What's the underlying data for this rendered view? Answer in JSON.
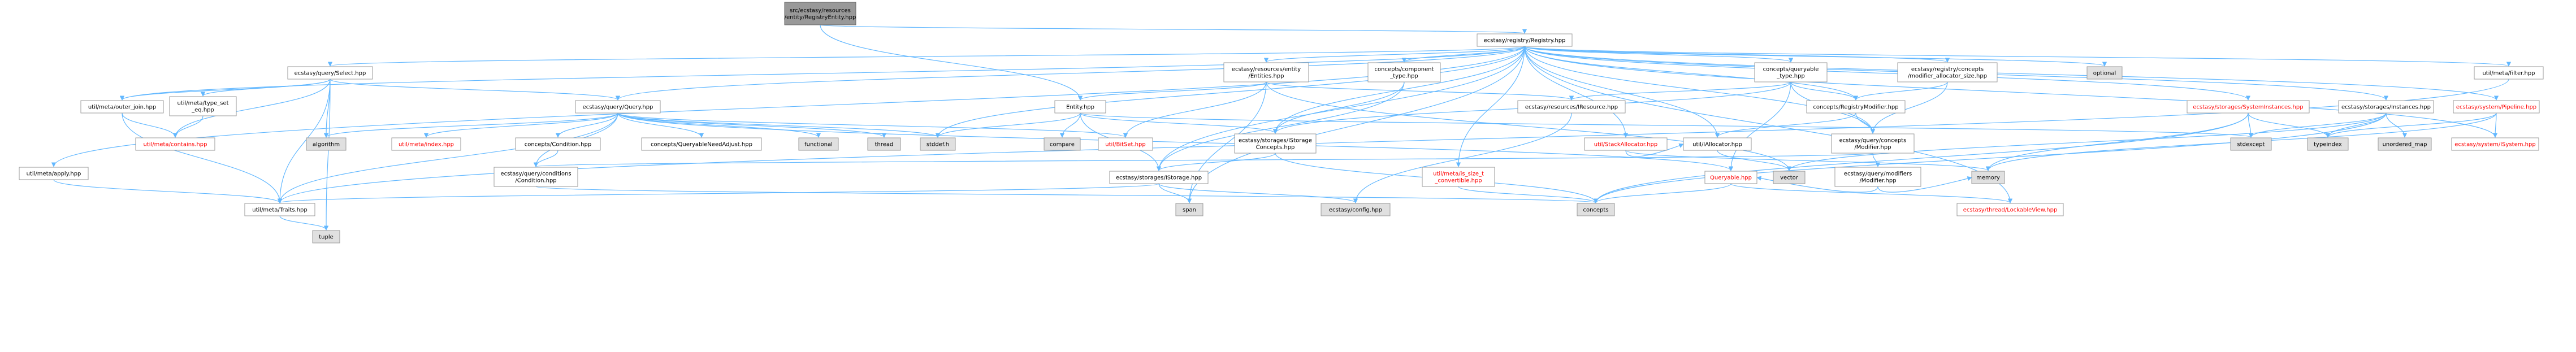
{
  "title": "src/ecstasy/resources/entity/RegistryEntity.hpp",
  "colors": {
    "node_fill": "#ffffff",
    "node_stroke": "#999999",
    "root_fill": "#999999",
    "root_stroke": "#666666",
    "missing_fill": "#e0e0e0",
    "red_text": "#ff0000",
    "edge": "#63b8ff",
    "text": "#000000"
  },
  "nodes": [
    {
      "id": "root",
      "lines": [
        "src/ecstasy/resources",
        "/entity/RegistryEntity.hpp"
      ],
      "kind": "root"
    },
    {
      "id": "registry",
      "lines": [
        "ecstasy/registry/Registry.hpp"
      ],
      "kind": "normal"
    },
    {
      "id": "select",
      "lines": [
        "ecstasy/query/Select.hpp"
      ],
      "kind": "normal"
    },
    {
      "id": "entities",
      "lines": [
        "ecstasy/resources/entity",
        "/Entities.hpp"
      ],
      "kind": "normal"
    },
    {
      "id": "component_type",
      "lines": [
        "concepts/component",
        "_type.hpp"
      ],
      "kind": "normal"
    },
    {
      "id": "queryable_type",
      "lines": [
        "concepts/queryable",
        "_type.hpp"
      ],
      "kind": "normal"
    },
    {
      "id": "modifier_allocator",
      "lines": [
        "ecstasy/registry/concepts",
        "/modifier_allocator_size.hpp"
      ],
      "kind": "normal"
    },
    {
      "id": "optional",
      "lines": [
        "optional"
      ],
      "kind": "missing"
    },
    {
      "id": "system_instances",
      "lines": [
        "ecstasy/storages/SystemInstances.hpp"
      ],
      "kind": "red"
    },
    {
      "id": "instances",
      "lines": [
        "ecstasy/storages/Instances.hpp"
      ],
      "kind": "normal"
    },
    {
      "id": "pipeline",
      "lines": [
        "ecstasy/system/Pipeline.hpp"
      ],
      "kind": "red"
    },
    {
      "id": "filter",
      "lines": [
        "util/meta/filter.hpp"
      ],
      "kind": "normal"
    },
    {
      "id": "outer_join",
      "lines": [
        "util/meta/outer_join.hpp"
      ],
      "kind": "normal"
    },
    {
      "id": "type_set_eq",
      "lines": [
        "util/meta/type_set",
        "_eq.hpp"
      ],
      "kind": "normal"
    },
    {
      "id": "query",
      "lines": [
        "ecstasy/query/Query.hpp"
      ],
      "kind": "normal"
    },
    {
      "id": "entity",
      "lines": [
        "Entity.hpp"
      ],
      "kind": "normal"
    },
    {
      "id": "resource",
      "lines": [
        "ecstasy/resources/IResource.hpp"
      ],
      "kind": "normal"
    },
    {
      "id": "registry_modifier",
      "lines": [
        "concepts/RegistryModifier.hpp"
      ],
      "kind": "normal"
    },
    {
      "id": "stdexcept",
      "lines": [
        "stdexcept"
      ],
      "kind": "missing"
    },
    {
      "id": "typeindex",
      "lines": [
        "typeindex"
      ],
      "kind": "missing"
    },
    {
      "id": "unordered_map",
      "lines": [
        "unordered_map"
      ],
      "kind": "missing"
    },
    {
      "id": "isystem",
      "lines": [
        "ecstasy/system/ISystem.hpp"
      ],
      "kind": "red"
    },
    {
      "id": "contains",
      "lines": [
        "util/meta/contains.hpp"
      ],
      "kind": "red"
    },
    {
      "id": "algorithm",
      "lines": [
        "algorithm"
      ],
      "kind": "missing"
    },
    {
      "id": "index",
      "lines": [
        "util/meta/index.hpp"
      ],
      "kind": "red"
    },
    {
      "id": "condition_concept",
      "lines": [
        "concepts/Condition.hpp"
      ],
      "kind": "normal"
    },
    {
      "id": "queryable_need_adjust",
      "lines": [
        "concepts/QueryableNeedAdjust.hpp"
      ],
      "kind": "normal"
    },
    {
      "id": "functional",
      "lines": [
        "functional"
      ],
      "kind": "missing"
    },
    {
      "id": "thread",
      "lines": [
        "thread"
      ],
      "kind": "missing"
    },
    {
      "id": "stddef",
      "lines": [
        "stddef.h"
      ],
      "kind": "missing"
    },
    {
      "id": "compare",
      "lines": [
        "compare"
      ],
      "kind": "missing"
    },
    {
      "id": "bitset",
      "lines": [
        "util/BitSet.hpp"
      ],
      "kind": "red"
    },
    {
      "id": "storage_concepts",
      "lines": [
        "ecstasy/storages/IStorage",
        "Concepts.hpp"
      ],
      "kind": "normal"
    },
    {
      "id": "stack_allocator",
      "lines": [
        "util/StackAllocator.hpp"
      ],
      "kind": "red"
    },
    {
      "id": "iallocator",
      "lines": [
        "util/IAllocator.hpp"
      ],
      "kind": "normal"
    },
    {
      "id": "query_modifier",
      "lines": [
        "ecstasy/query/concepts",
        "/Modifier.hpp"
      ],
      "kind": "normal"
    },
    {
      "id": "apply",
      "lines": [
        "util/meta/apply.hpp"
      ],
      "kind": "normal"
    },
    {
      "id": "condition",
      "lines": [
        "ecstasy/query/conditions",
        "/Condition.hpp"
      ],
      "kind": "normal"
    },
    {
      "id": "istorage",
      "lines": [
        "ecstasy/storages/IStorage.hpp"
      ],
      "kind": "normal"
    },
    {
      "id": "is_size_t",
      "lines": [
        "util/meta/is_size_t",
        "_convertible.hpp"
      ],
      "kind": "red"
    },
    {
      "id": "queryable",
      "lines": [
        "Queryable.hpp"
      ],
      "kind": "red"
    },
    {
      "id": "vector",
      "lines": [
        "vector"
      ],
      "kind": "missing"
    },
    {
      "id": "modifiers_modifier",
      "lines": [
        "ecstasy/query/modifiers",
        "/Modifier.hpp"
      ],
      "kind": "normal"
    },
    {
      "id": "memory",
      "lines": [
        "memory"
      ],
      "kind": "missing"
    },
    {
      "id": "traits",
      "lines": [
        "util/meta/Traits.hpp"
      ],
      "kind": "normal"
    },
    {
      "id": "span",
      "lines": [
        "span"
      ],
      "kind": "missing"
    },
    {
      "id": "config",
      "lines": [
        "ecstasy/config.hpp"
      ],
      "kind": "missing"
    },
    {
      "id": "concepts",
      "lines": [
        "concepts"
      ],
      "kind": "missing"
    },
    {
      "id": "lockable_view",
      "lines": [
        "ecstasy/thread/LockableView.hpp"
      ],
      "kind": "red"
    },
    {
      "id": "tuple",
      "lines": [
        "tuple"
      ],
      "kind": "missing"
    }
  ],
  "edges": [
    [
      "root",
      "registry"
    ],
    [
      "root",
      "entity"
    ],
    [
      "registry",
      "select"
    ],
    [
      "registry",
      "entities"
    ],
    [
      "registry",
      "component_type"
    ],
    [
      "registry",
      "queryable_type"
    ],
    [
      "registry",
      "modifier_allocator"
    ],
    [
      "registry",
      "optional"
    ],
    [
      "registry",
      "system_instances"
    ],
    [
      "registry",
      "instances"
    ],
    [
      "registry",
      "pipeline"
    ],
    [
      "registry",
      "filter"
    ],
    [
      "registry",
      "outer_join"
    ],
    [
      "registry",
      "query"
    ],
    [
      "registry",
      "apply"
    ],
    [
      "registry",
      "registry_modifier"
    ],
    [
      "registry",
      "storage_concepts"
    ],
    [
      "registry",
      "istorage"
    ],
    [
      "registry",
      "is_size_t"
    ],
    [
      "registry",
      "stack_allocator"
    ],
    [
      "registry",
      "iallocator"
    ],
    [
      "registry",
      "lockable_view"
    ],
    [
      "registry",
      "span"
    ],
    [
      "registry",
      "stddef"
    ],
    [
      "registry",
      "isystem"
    ],
    [
      "registry",
      "query_modifier"
    ],
    [
      "select",
      "outer_join"
    ],
    [
      "select",
      "type_set_eq"
    ],
    [
      "select",
      "contains"
    ],
    [
      "select",
      "query"
    ],
    [
      "select",
      "algorithm"
    ],
    [
      "select",
      "traits"
    ],
    [
      "select",
      "tuple"
    ],
    [
      "entities",
      "entity"
    ],
    [
      "entities",
      "resource"
    ],
    [
      "entities",
      "bitset"
    ],
    [
      "entities",
      "span"
    ],
    [
      "entities",
      "vector"
    ],
    [
      "component_type",
      "storage_concepts"
    ],
    [
      "component_type",
      "istorage"
    ],
    [
      "queryable_type",
      "registry_modifier"
    ],
    [
      "queryable_type",
      "resource"
    ],
    [
      "queryable_type",
      "storage_concepts"
    ],
    [
      "queryable_type",
      "queryable"
    ],
    [
      "queryable_type",
      "query_modifier"
    ],
    [
      "modifier_allocator",
      "registry_modifier"
    ],
    [
      "modifier_allocator",
      "query_modifier"
    ],
    [
      "system_instances",
      "stdexcept"
    ],
    [
      "system_instances",
      "typeindex"
    ],
    [
      "system_instances",
      "memory"
    ],
    [
      "system_instances",
      "concepts"
    ],
    [
      "instances",
      "stdexcept"
    ],
    [
      "instances",
      "typeindex"
    ],
    [
      "instances",
      "unordered_map"
    ],
    [
      "instances",
      "vector"
    ],
    [
      "instances",
      "concepts"
    ],
    [
      "pipeline",
      "isystem"
    ],
    [
      "pipeline",
      "typeindex"
    ],
    [
      "pipeline",
      "memory"
    ],
    [
      "filter",
      "traits"
    ],
    [
      "outer_join",
      "contains"
    ],
    [
      "outer_join",
      "traits"
    ],
    [
      "type_set_eq",
      "contains"
    ],
    [
      "query",
      "algorithm"
    ],
    [
      "query",
      "index"
    ],
    [
      "query",
      "condition_concept"
    ],
    [
      "query",
      "queryable_need_adjust"
    ],
    [
      "query",
      "functional"
    ],
    [
      "query",
      "thread"
    ],
    [
      "query",
      "stddef"
    ],
    [
      "query",
      "bitset"
    ],
    [
      "query",
      "queryable"
    ],
    [
      "query",
      "condition"
    ],
    [
      "query",
      "traits"
    ],
    [
      "entity",
      "compare"
    ],
    [
      "entity",
      "stddef"
    ],
    [
      "entity",
      "storage_concepts"
    ],
    [
      "entity",
      "istorage"
    ],
    [
      "entity",
      "stdexcept"
    ],
    [
      "registry_modifier",
      "iallocator"
    ],
    [
      "registry_modifier",
      "query_modifier"
    ],
    [
      "condition_concept",
      "condition"
    ],
    [
      "storage_concepts",
      "istorage"
    ],
    [
      "storage_concepts",
      "concepts"
    ],
    [
      "stack_allocator",
      "iallocator"
    ],
    [
      "stack_allocator",
      "memory"
    ],
    [
      "iallocator",
      "vector"
    ],
    [
      "query_modifier",
      "modifiers_modifier"
    ],
    [
      "query_modifier",
      "condition"
    ],
    [
      "modifiers_modifier",
      "queryable"
    ],
    [
      "modifiers_modifier",
      "memory"
    ],
    [
      "apply",
      "traits"
    ],
    [
      "condition",
      "concepts"
    ],
    [
      "istorage",
      "traits"
    ],
    [
      "istorage",
      "span"
    ],
    [
      "istorage",
      "config"
    ],
    [
      "is_size_t",
      "concepts"
    ],
    [
      "queryable",
      "concepts"
    ],
    [
      "queryable",
      "lockable_view"
    ],
    [
      "resource",
      "config"
    ],
    [
      "traits",
      "tuple"
    ]
  ]
}
